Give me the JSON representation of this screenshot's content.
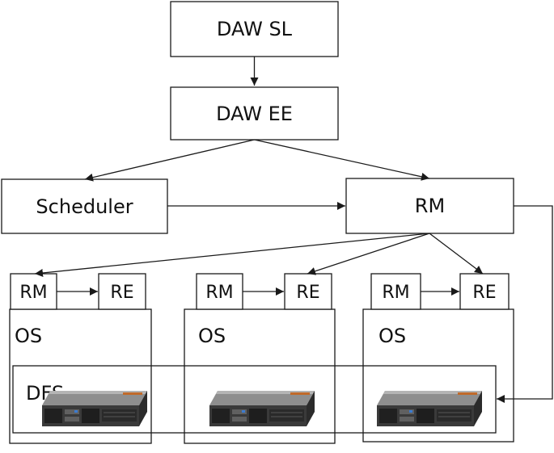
{
  "nodes": {
    "daw_sl": "DAW SL",
    "daw_ee": "DAW EE",
    "scheduler": "Scheduler",
    "rm_main": "RM",
    "dfs": "DFS",
    "node1": {
      "rm": "RM",
      "re": "RE",
      "os": "OS"
    },
    "node2": {
      "rm": "RM",
      "re": "RE",
      "os": "OS"
    },
    "node3": {
      "rm": "RM",
      "re": "RE",
      "os": "OS"
    }
  },
  "icons": {
    "server": "blade-server-icon"
  },
  "colors": {
    "line": "#1a1a1a",
    "box_fill": "#ffffff",
    "text": "#111111"
  }
}
